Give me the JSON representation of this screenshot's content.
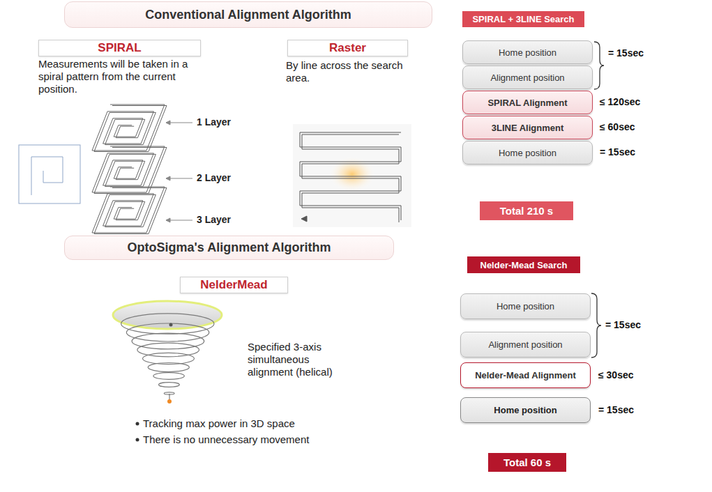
{
  "diagram": {
    "nodes": [
      {
        "text": [
          "Conventional Alignment Algorithm"
        ]
      },
      {
        "text": [
          "SPIRAL"
        ]
      },
      {
        "text": [
          "Raster"
        ]
      },
      {
        "text": [
          "SPIRAL + 3LINE Search"
        ]
      },
      {
        "text": [
          "Home position"
        ]
      },
      {
        "text": [
          "Alignment position"
        ]
      },
      {
        "text": [
          "SPIRAL Alignment"
        ]
      },
      {
        "text": [
          "3LINE Alignment"
        ]
      },
      {
        "text": [
          "Home position"
        ]
      },
      {
        "text": [
          "Total 210 s"
        ]
      },
      {
        "text": [
          "OptoSigma's Alignment Algorithm"
        ]
      },
      {
        "text": [
          "NelderMead"
        ]
      },
      {
        "text": [
          "Nelder-Mead Search"
        ]
      },
      {
        "text": [
          "Home position"
        ]
      },
      {
        "text": [
          "Alignment position"
        ]
      },
      {
        "text": [
          "Nelder-Mead Alignment"
        ]
      },
      {
        "text": [
          "Home position"
        ]
      },
      {
        "text": [
          "Total 60 s"
        ]
      }
    ],
    "labels": [
      "Measurements will be taken in a spiral pattern from the current position.",
      "1 Layer",
      "2 Layer",
      "3 Layer",
      "By line across the search area.",
      "= 15sec",
      "≤ 120sec",
      "≤ 60sec",
      "= 15sec",
      "Specified 3-axis simultaneous alignment (helical)",
      "Tracking max power in 3D space",
      "There is no unnecessary movement",
      "= 15sec",
      "≤ 30sec",
      "= 15sec"
    ]
  }
}
